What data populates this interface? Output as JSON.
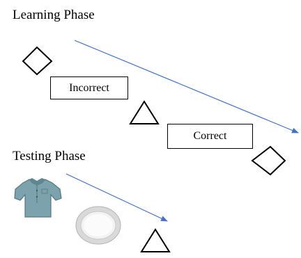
{
  "learning_phase": {
    "title": "Learning Phase",
    "incorrect_label": "Incorrect",
    "correct_label": "Correct"
  },
  "testing_phase": {
    "title": "Testing Phase"
  },
  "colors": {
    "arrow": "#4472c4",
    "shape_stroke": "#000000",
    "shirt": "#6f9aa5",
    "plate": "#e8e8e8"
  },
  "icons": [
    "diamond-icon",
    "triangle-icon",
    "shirt-icon",
    "plate-icon"
  ]
}
